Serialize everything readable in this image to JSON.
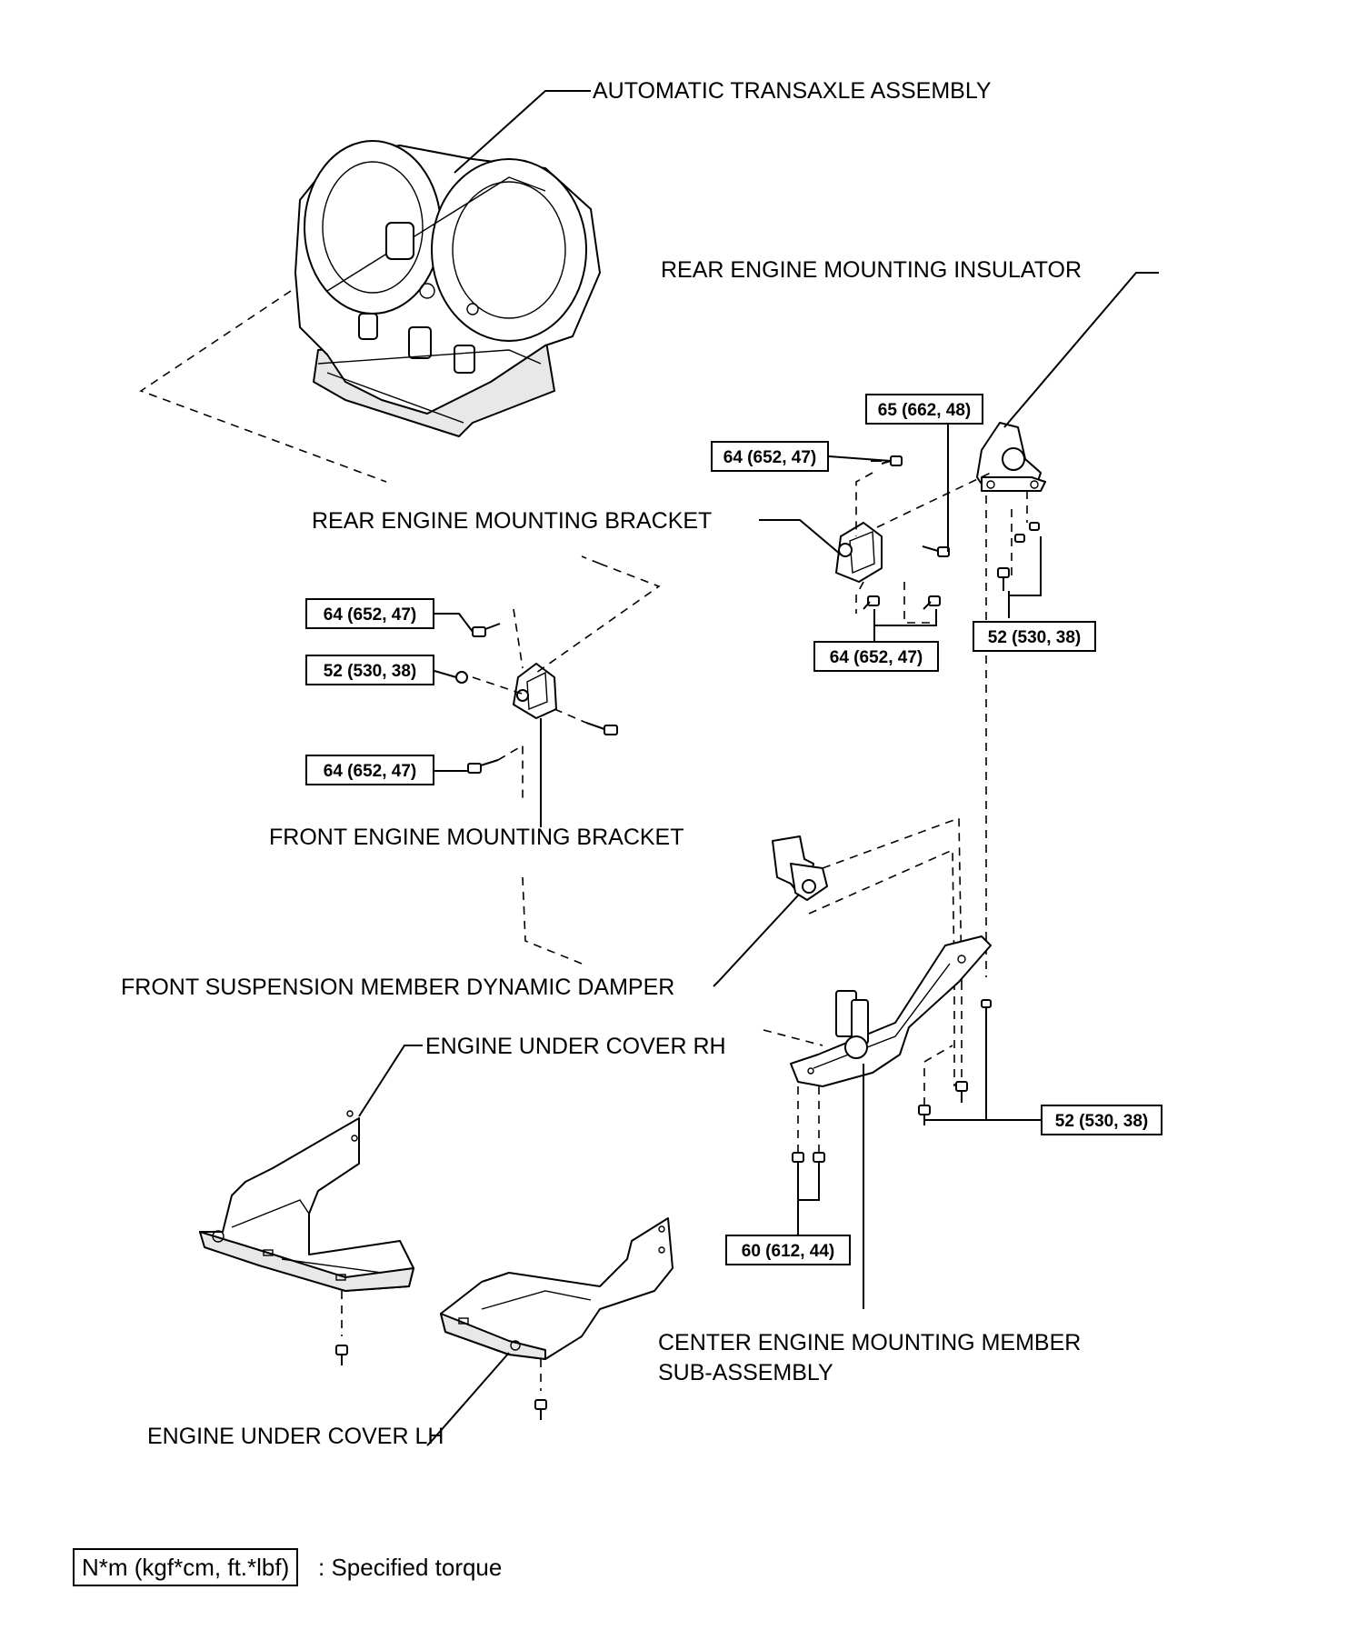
{
  "labels": {
    "automatic_transaxle": "AUTOMATIC TRANSAXLE ASSEMBLY",
    "rear_insulator": "REAR ENGINE MOUNTING INSULATOR",
    "rear_bracket": "REAR ENGINE MOUNTING BRACKET",
    "front_bracket": "FRONT ENGINE MOUNTING BRACKET",
    "dynamic_damper": "FRONT SUSPENSION MEMBER DYNAMIC DAMPER",
    "under_cover_rh": "ENGINE UNDER COVER RH",
    "under_cover_lh": "ENGINE UNDER COVER LH",
    "center_member_line1": "CENTER ENGINE MOUNTING MEMBER",
    "center_member_line2": "SUB-ASSEMBLY"
  },
  "torque": {
    "t1": "65 (662, 48)",
    "t2": "64 (652, 47)",
    "t3": "64 (652, 47)",
    "t4": "52 (530, 38)",
    "t5": "64 (652, 47)",
    "t6": "52 (530, 38)",
    "t7": "64 (652, 47)",
    "t8": "52 (530, 38)",
    "t9": "60 (612, 44)"
  },
  "legend": {
    "box": "N*m (kgf*cm, ft.*lbf)",
    "text": ": Specified torque"
  }
}
